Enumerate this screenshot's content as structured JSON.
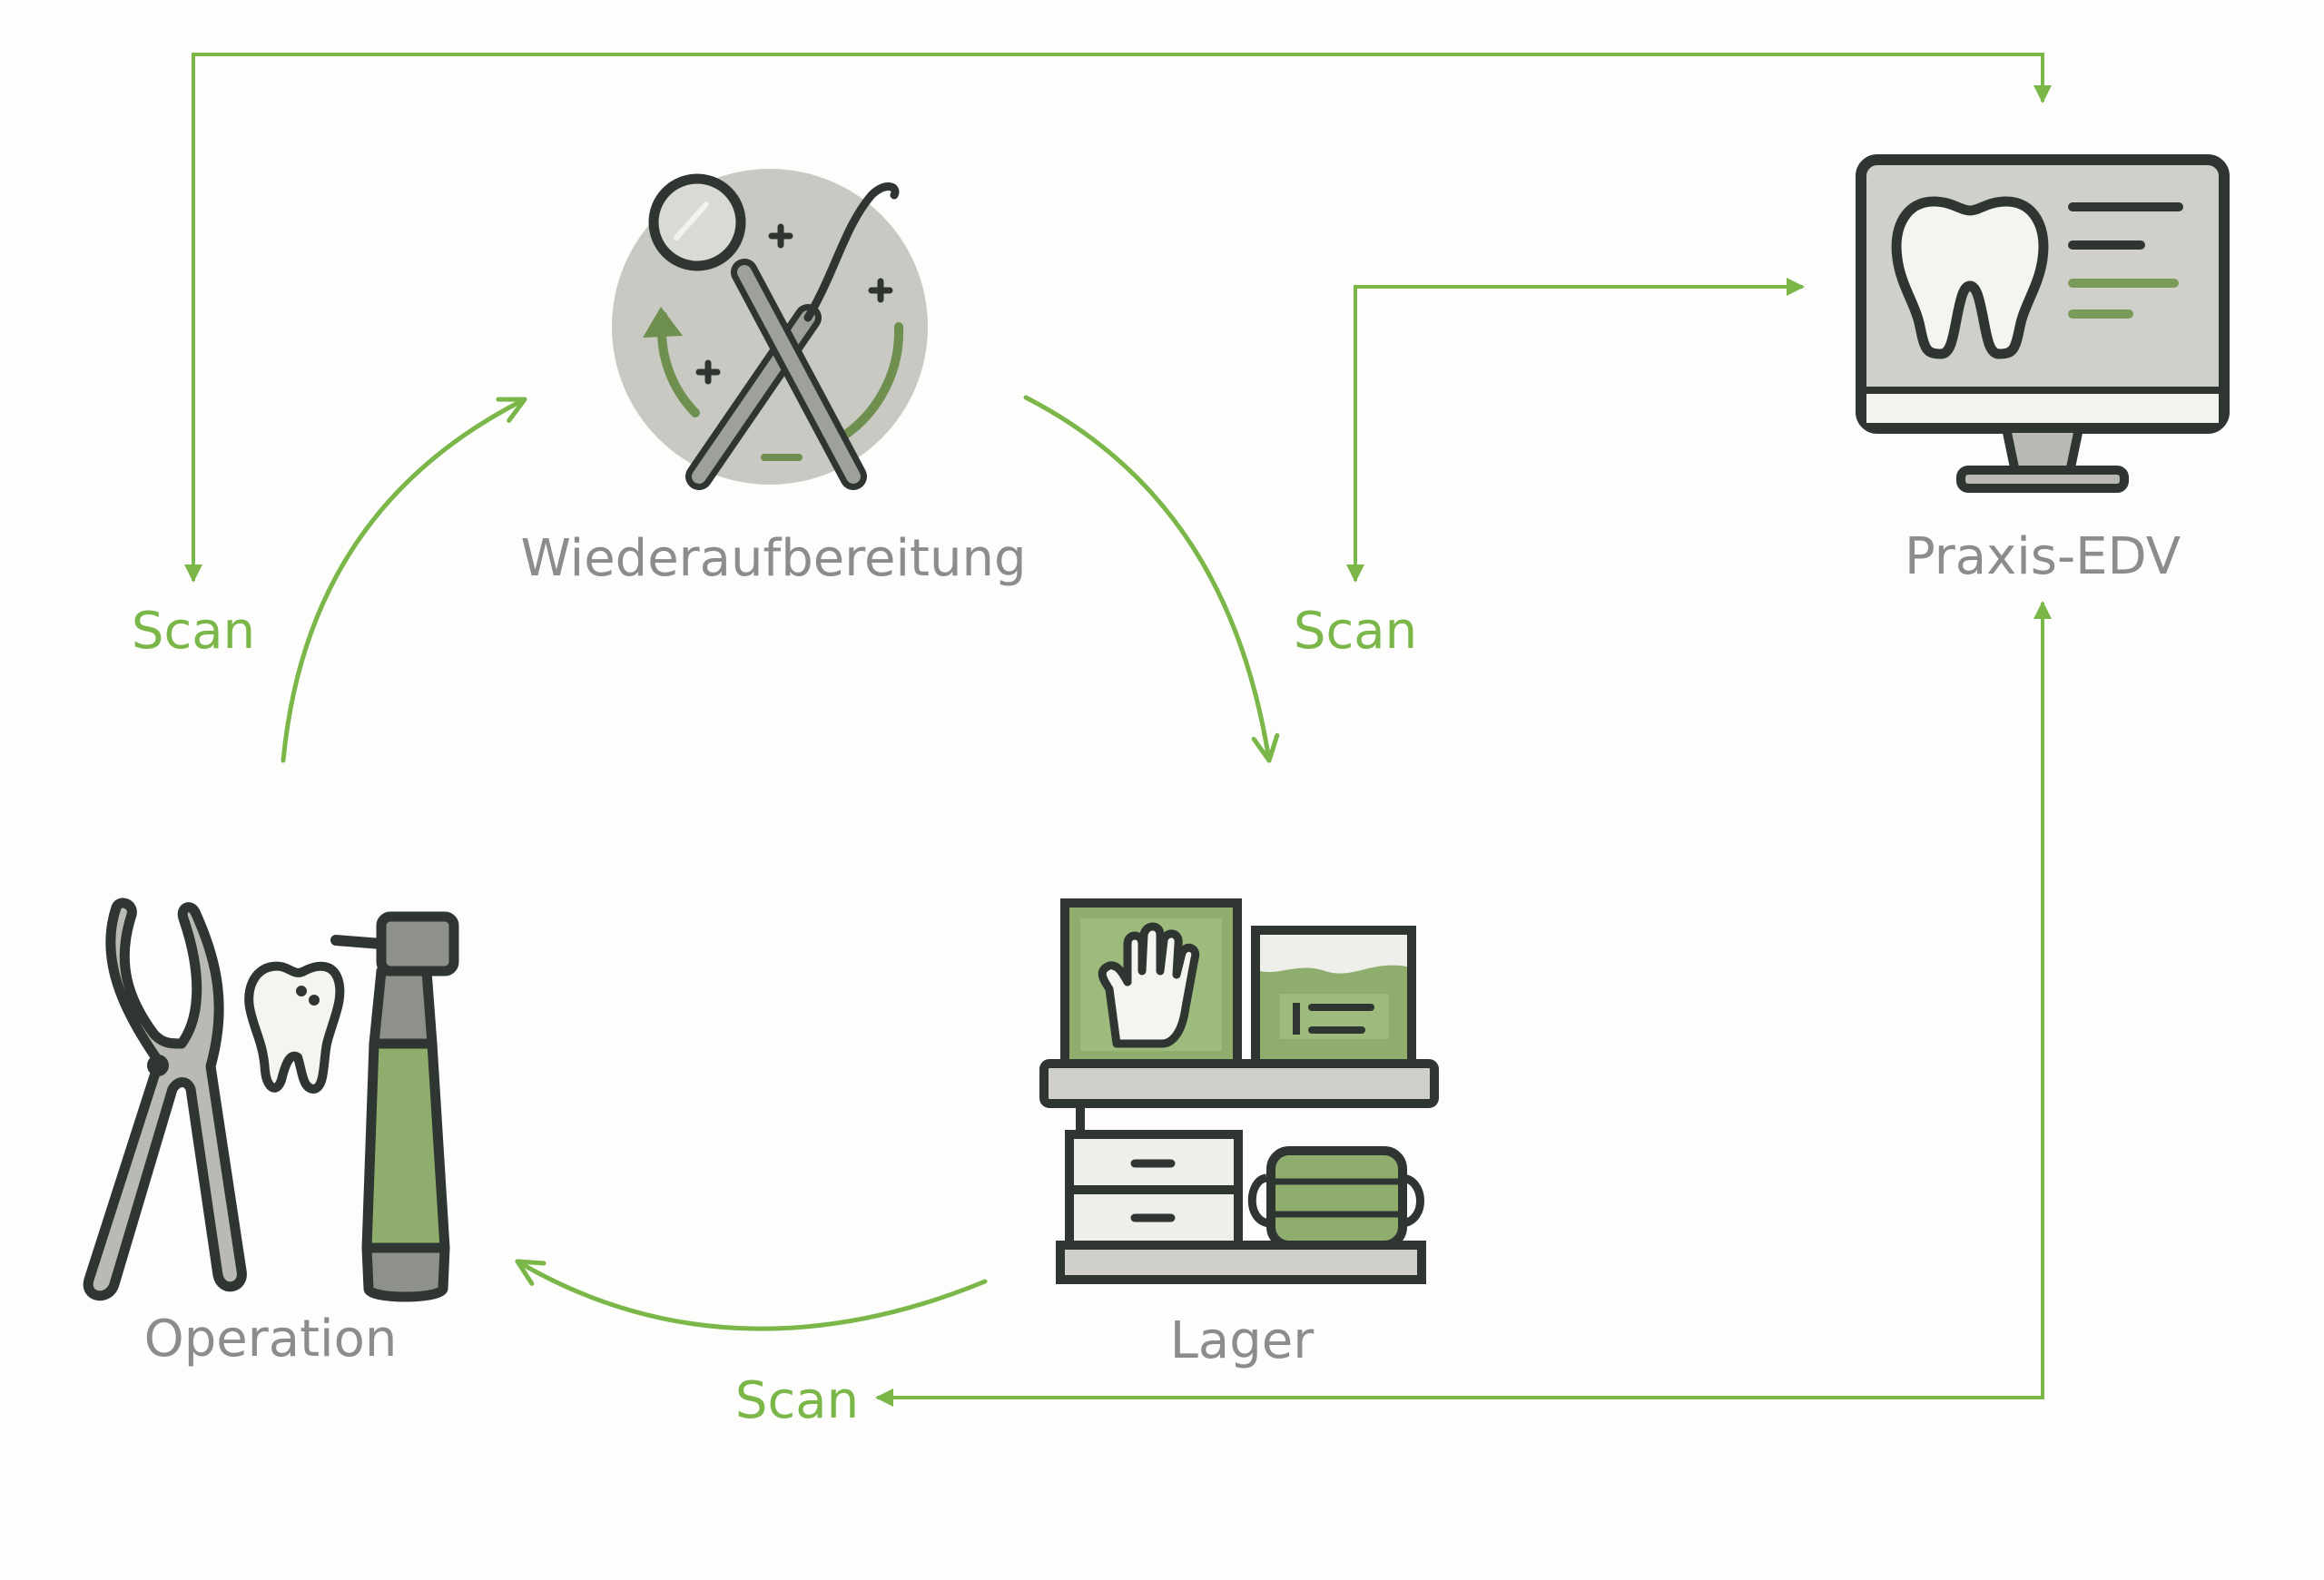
{
  "nodes": {
    "reprocessing": {
      "label": "Wiederaufbereitung"
    },
    "it_system": {
      "label": "Praxis-EDV"
    },
    "storage": {
      "label": "Lager"
    },
    "operation": {
      "label": "Operation"
    }
  },
  "scan_labels": {
    "left": "Scan",
    "middle": "Scan",
    "bottom": "Scan"
  },
  "colors": {
    "arrow": "#7ab648",
    "label": "#8c8c8a",
    "outline": "#2f3631",
    "green_fill": "#8fae6e",
    "gray_fill": "#c8c9c3"
  }
}
